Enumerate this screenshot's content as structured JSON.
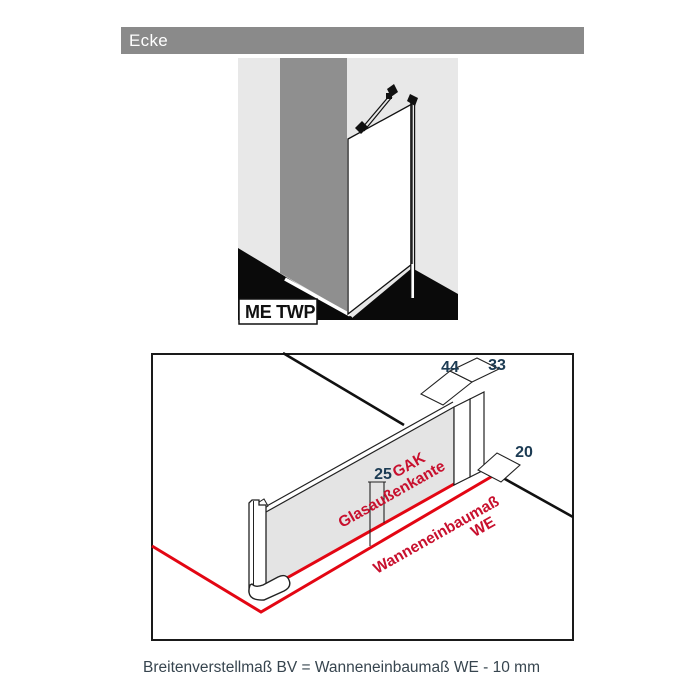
{
  "header": {
    "title": "Ecke",
    "bg": "#8a8a8a"
  },
  "illustration": {
    "product_label": "ME TWP"
  },
  "diagram": {
    "dims": {
      "wall_bracket_44": "44",
      "profile_width_33": "33",
      "overhang_20": "20",
      "glass_to_tub_25": "25"
    },
    "labels": {
      "gak_abbr": "GAK",
      "gak_name": "Glasaußenkante",
      "we_name": "Wanneneinbaumaß",
      "we_abbr": "WE"
    }
  },
  "caption": {
    "formula": "Breitenverstellmaß BV = Wanneneinbaumaß WE - 10 mm"
  },
  "colors": {
    "red_line": "#e30613",
    "red_text": "#c8102e",
    "dim_text": "#1c3b53",
    "glass_fill": "#e4e4e4",
    "header_bg": "#8a8a8a",
    "wall_stripe": "#8f8f8f",
    "illustration_bg": "#e8e8e8"
  }
}
